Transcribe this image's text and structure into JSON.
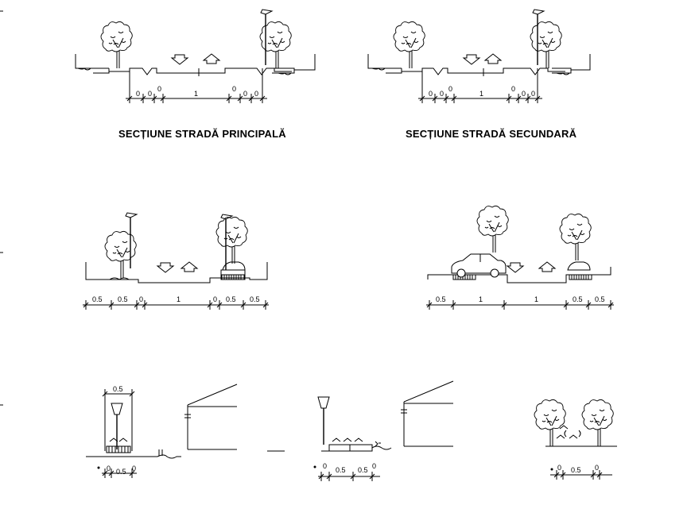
{
  "titles": {
    "main_street": "SECȚIUNE STRADĂ PRINCIPALĂ",
    "secondary_street": "SECȚIUNE STRADĂ SECUNDARĂ"
  },
  "dims": {
    "s1": [
      "0",
      "0",
      "0",
      "1",
      "0",
      "0",
      "0"
    ],
    "s2": [
      "0",
      "0",
      "0",
      "1",
      "0",
      "0",
      "0"
    ],
    "s3": [
      "0.5",
      "0.5",
      "0",
      "1",
      "0",
      "0.5",
      "0.5"
    ],
    "s4": [
      "0.5",
      "1",
      "1",
      "0.5",
      "0.5"
    ],
    "s5_top": "0.5",
    "s5": [
      "0",
      "0.5",
      "0"
    ],
    "s6": [
      "0",
      "0.5",
      "0.5",
      "0"
    ],
    "s7": [
      "0",
      "0.5",
      "0"
    ]
  }
}
